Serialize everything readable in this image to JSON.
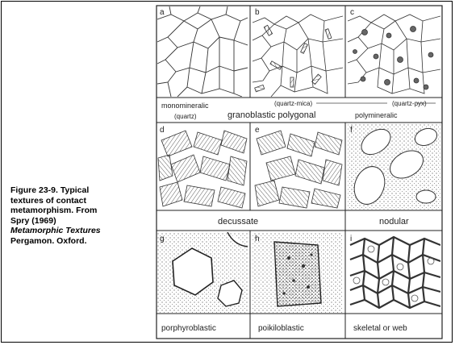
{
  "caption": {
    "line1": "Figure 23-9. Typical",
    "line2": "textures of contact",
    "line3": "metamorphism. From",
    "line4": "Spry (1969)",
    "italic": "Metamorphic Textures",
    "line6": "Pergamon. Oxford."
  },
  "figure": {
    "panels": [
      "a",
      "b",
      "c",
      "d",
      "e",
      "f",
      "g",
      "h",
      "i"
    ],
    "row1": {
      "monomineralic": "monomineralic",
      "quartz": "(quartz)",
      "quartz_mica": "(quartz-mica)",
      "quartz_pyx": "(quartz-pyx)",
      "main": "granoblastic polygonal",
      "polymineralic": "polymineralic"
    },
    "row2": {
      "decussate": "decussate",
      "nodular": "nodular"
    },
    "row3": {
      "porphyroblastic": "porphyroblastic",
      "poikiloblastic": "poikiloblastic",
      "skeletal": "skeletal or web"
    }
  }
}
